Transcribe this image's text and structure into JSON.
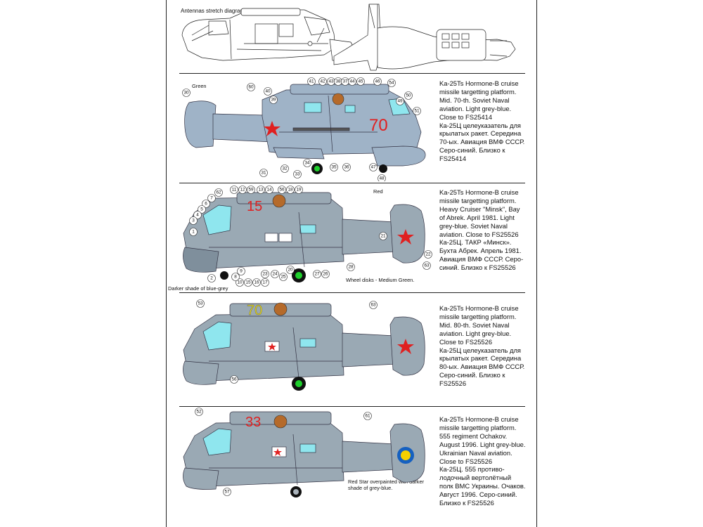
{
  "header": {
    "title": "Antennas stretch diagram"
  },
  "colors": {
    "light_grey_blue": "#9fb3c7",
    "grey_blue": "#9aa9b4",
    "darker_grey_blue": "#7f8f9c",
    "window": "#8fe6ee",
    "medium_green": "#1ecf2c",
    "red": "#e02020",
    "yellow": "#f0e010",
    "ua_blue": "#1560c0",
    "ua_yellow": "#f4d000",
    "orange_disc": "#b56a2a"
  },
  "profiles": [
    {
      "id": "profile-1",
      "tactical_number": "70",
      "number_color": "red",
      "insignia": "red-star",
      "description": [
        "Ka-25Ts Hormone-B cruise",
        "missile targetting platform.",
        "Mid. 70-th. Soviet Naval",
        "aviation. Light grey-blue.",
        "Close to FS25414",
        "Ка-25Ц целеуказатель для",
        "крылатых ракет. Середина",
        "70-ых. Авиация ВМФ СССР.",
        "Серо-синий. Близко к",
        "FS25414"
      ],
      "notes": {
        "green": "Green"
      },
      "callouts": [
        "30",
        "39",
        "40",
        "60",
        "41",
        "42",
        "43",
        "38",
        "37",
        "44",
        "45",
        "46",
        "54",
        "50",
        "49",
        "51",
        "31",
        "32",
        "33",
        "34",
        "35",
        "36",
        "47",
        "48"
      ]
    },
    {
      "id": "profile-2",
      "tactical_number": "15",
      "number_color": "red",
      "insignia": "red-star",
      "description": [
        "Ka-25Ts Hormone-B cruise",
        "missile targetting platform.",
        "Heavy Cruiser \"Minsk\",  Bay",
        "of Abrek. April 1981. Light",
        "grey-blue. Soviet Naval",
        "aviation. Close to FS25526",
        "Ка-25Ц. ТАКР «Минск».",
        "Бухта Абрек. Апрель 1981.",
        "Авиация ВМФ СССР. Серо-",
        "синий. Близко к FS25526"
      ],
      "notes": {
        "red": "Red",
        "darker_shade": "Darker shade of blue-grey",
        "wheel_disks": "Wheel disks - Medium Green."
      },
      "callouts": [
        "62",
        "11",
        "12",
        "59",
        "13",
        "14",
        "56",
        "18",
        "19",
        "7",
        "6",
        "5",
        "4",
        "3",
        "1",
        "2",
        "9",
        "10",
        "15",
        "16",
        "17",
        "23",
        "24",
        "25",
        "20",
        "27",
        "26",
        "28",
        "21",
        "22",
        "63",
        "8"
      ]
    },
    {
      "id": "profile-3",
      "tactical_number": "70",
      "number_color": "yellow",
      "insignia": "red-star",
      "description": [
        "Ka-25Ts Hormone-B cruise",
        "missile targetting platform.",
        "Mid. 80-th. Soviet Naval",
        "aviation. Light grey-blue.",
        "Close to FS25526",
        "Ка-25Ц целеуказатель для",
        "крылатых ракет. Середина",
        "80-ых. Авиация ВМФ СССР.",
        "Серо-синий. Близко к",
        "FS25526"
      ],
      "notes": {},
      "callouts": [
        "53",
        "63",
        "56"
      ]
    },
    {
      "id": "profile-4",
      "tactical_number": "33",
      "number_color": "red",
      "insignia": "ukrainian-roundel",
      "description": [
        "Ka-25Ts Hormone-B cruise",
        "missile targetting platform.",
        "555 regiment Ochakov.",
        "August 1996. Light grey-blue.",
        "Ukrainian Naval aviation.",
        "Close to FS25526",
        "Ка-25Ц. 555 противо-",
        "лодочный вертолётный",
        "полк ВМС Украины. Очаков.",
        "Август 1996. Серо-синий.",
        "Близко к FS25526"
      ],
      "notes": {
        "red_star_overpainted": "Red Star overpainted with darker shade of grey-blue."
      },
      "callouts": [
        "52",
        "61",
        "57"
      ]
    }
  ]
}
